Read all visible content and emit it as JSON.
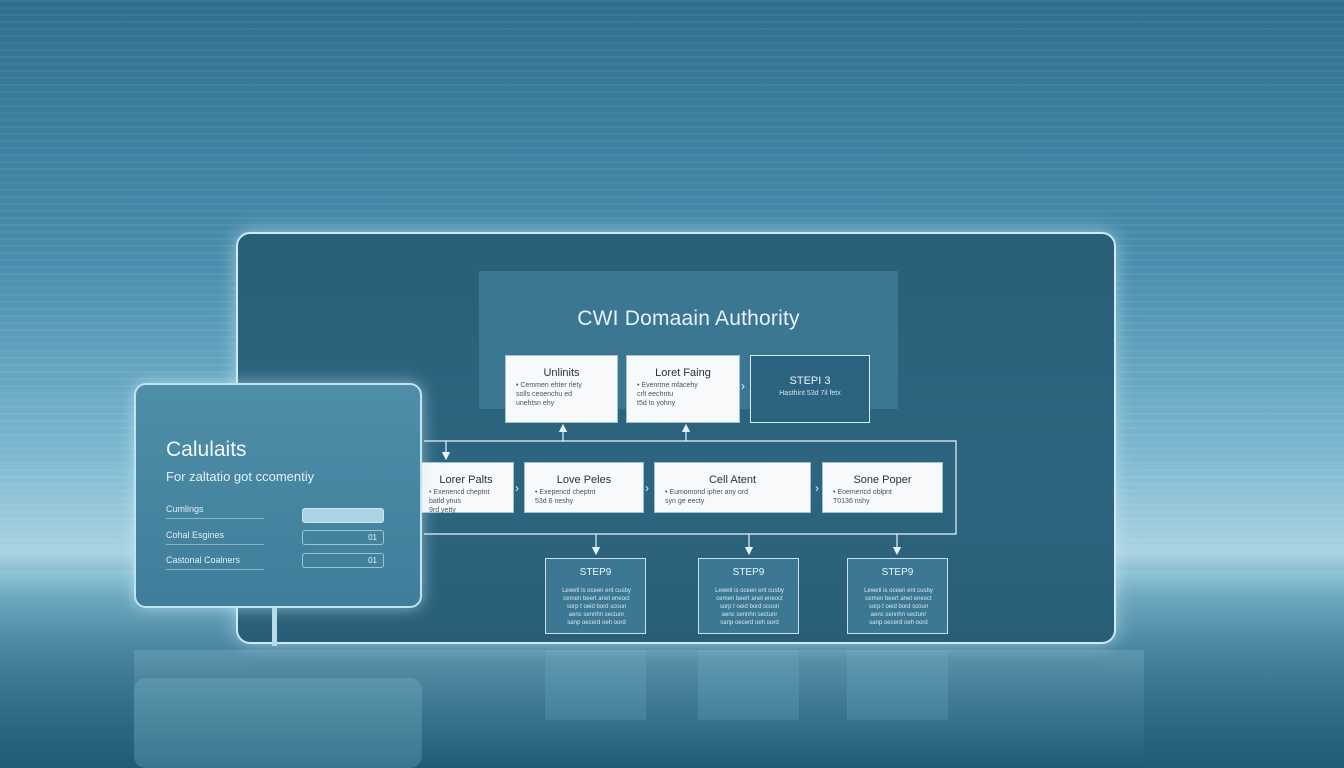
{
  "diagram": {
    "title": "CWI Domaain Authority",
    "top_cards": [
      {
        "title": "Unlinits",
        "desc": "• Cemmen ehter rlety\nsolls ceoenchu ed\nunehtsn ehy"
      },
      {
        "title": "Loret Faing",
        "desc": "• Evenrme mfacehy\ncrlt eechntu\nt5d to yohny"
      },
      {
        "title": "STEPI 3",
        "desc": "Hasthint\n53d 7il fetx"
      }
    ],
    "middle_cards": [
      {
        "title": "Lorer Palts",
        "desc": "• Exenencd cheptnt\nbatld ynus\n9rd yetty"
      },
      {
        "title": "Love Peles",
        "desc": "• Exepencd cheptnt\n53d 6 neshy"
      },
      {
        "title": "Cell Atent",
        "desc": "• Eumomond ipher any ord\nsyn ge eecty"
      },
      {
        "title": "Sone Poper",
        "desc": "• Eoemencd oblpnt\nT0136 nshy"
      }
    ],
    "steps": [
      {
        "title": "STEP9",
        "desc": "Lewetl is oceen ent cusby\ncemen beert anet eneoct\nsorp t oeid bord scoun\naenc sennhn sectunr\nsanp oecerd oeh oord"
      },
      {
        "title": "STEP9",
        "desc": "Lewetl is oceen ent cusby\ncemen beert anet eneoct\nsorp t oeid bord scoun\naenc sennhn sectunr\nsanp oecerd oeh oord"
      },
      {
        "title": "STEP9",
        "desc": "Lewetl is oceen ent cusby\ncemen beert anet eneoct\nsorp t oeid bord scoun\naenc sennhn sectunr\nsanp oecerd oeh oord"
      }
    ]
  },
  "calculator": {
    "title": "Calulaits",
    "subtitle": "For zaltatio got ccomentiy",
    "rows": [
      {
        "label": "Cumlings",
        "value": ""
      },
      {
        "label": "Cohal Esgines",
        "value": "01"
      },
      {
        "label": "Castonal Coalners",
        "value": "01"
      }
    ]
  }
}
